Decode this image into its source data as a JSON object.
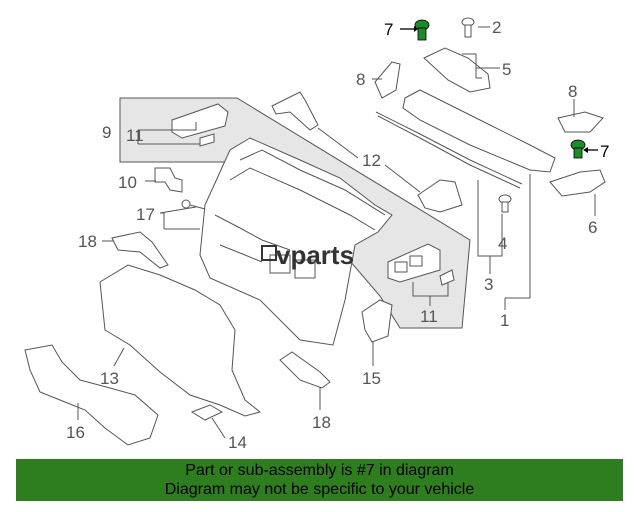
{
  "callouts": {
    "c1": "1",
    "c2": "2",
    "c3": "3",
    "c4": "4",
    "c5": "5",
    "c6": "6",
    "c7a": "7",
    "c7b": "7",
    "c8a": "8",
    "c8b": "8",
    "c9": "9",
    "c10": "10",
    "c11a": "11",
    "c11b": "11",
    "c12": "12",
    "c13": "13",
    "c14": "14",
    "c15": "15",
    "c16": "16",
    "c17": "17",
    "c18a": "18",
    "c18b": "18"
  },
  "watermark": {
    "text": "vparts"
  },
  "colors": {
    "highlight_part": "#1f8a2a",
    "banner_bg": "#2e7d1e",
    "line": "#555555"
  },
  "banner": {
    "line1": "Part or sub-assembly is #7 in diagram",
    "line2": "Diagram may not be specific to your vehicle"
  }
}
